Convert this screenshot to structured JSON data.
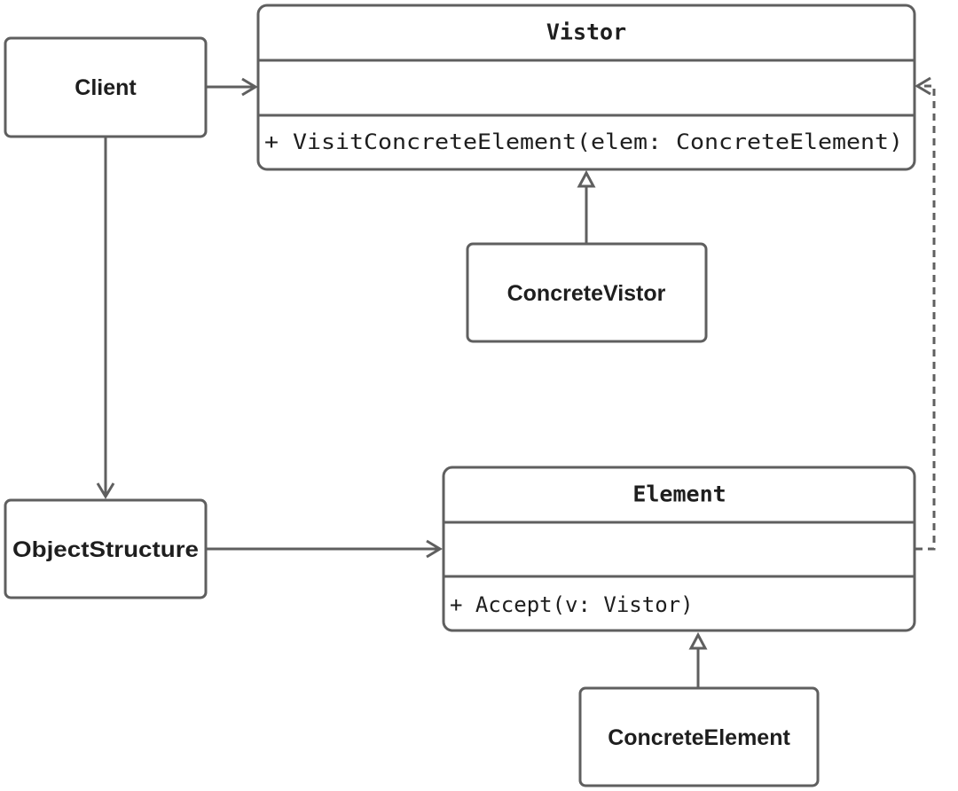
{
  "colors": {
    "stroke": "#5f5f5f",
    "text": "#1e1e1e",
    "background": "#ffffff"
  },
  "nodes": {
    "client": {
      "label": "Client"
    },
    "object_structure": {
      "label": "ObjectStructure"
    },
    "concrete_vistor": {
      "label": "ConcreteVistor"
    },
    "concrete_element": {
      "label": "ConcreteElement"
    },
    "vistor": {
      "title": "Vistor",
      "methods": [
        "+ VisitConcreteElement(elem: ConcreteElement)"
      ]
    },
    "element": {
      "title": "Element",
      "methods": [
        "+ Accept(v: Vistor)"
      ]
    }
  },
  "edges": [
    {
      "from": "Client",
      "to": "Vistor",
      "kind": "association",
      "arrow": "open"
    },
    {
      "from": "Client",
      "to": "ObjectStructure",
      "kind": "association",
      "arrow": "open"
    },
    {
      "from": "ObjectStructure",
      "to": "Element",
      "kind": "association",
      "arrow": "open"
    },
    {
      "from": "ConcreteVistor",
      "to": "Vistor",
      "kind": "generalization",
      "arrow": "hollow-triangle"
    },
    {
      "from": "ConcreteElement",
      "to": "Element",
      "kind": "generalization",
      "arrow": "hollow-triangle"
    },
    {
      "from": "Element",
      "to": "Vistor",
      "kind": "dependency",
      "arrow": "open",
      "line": "dashed"
    }
  ]
}
